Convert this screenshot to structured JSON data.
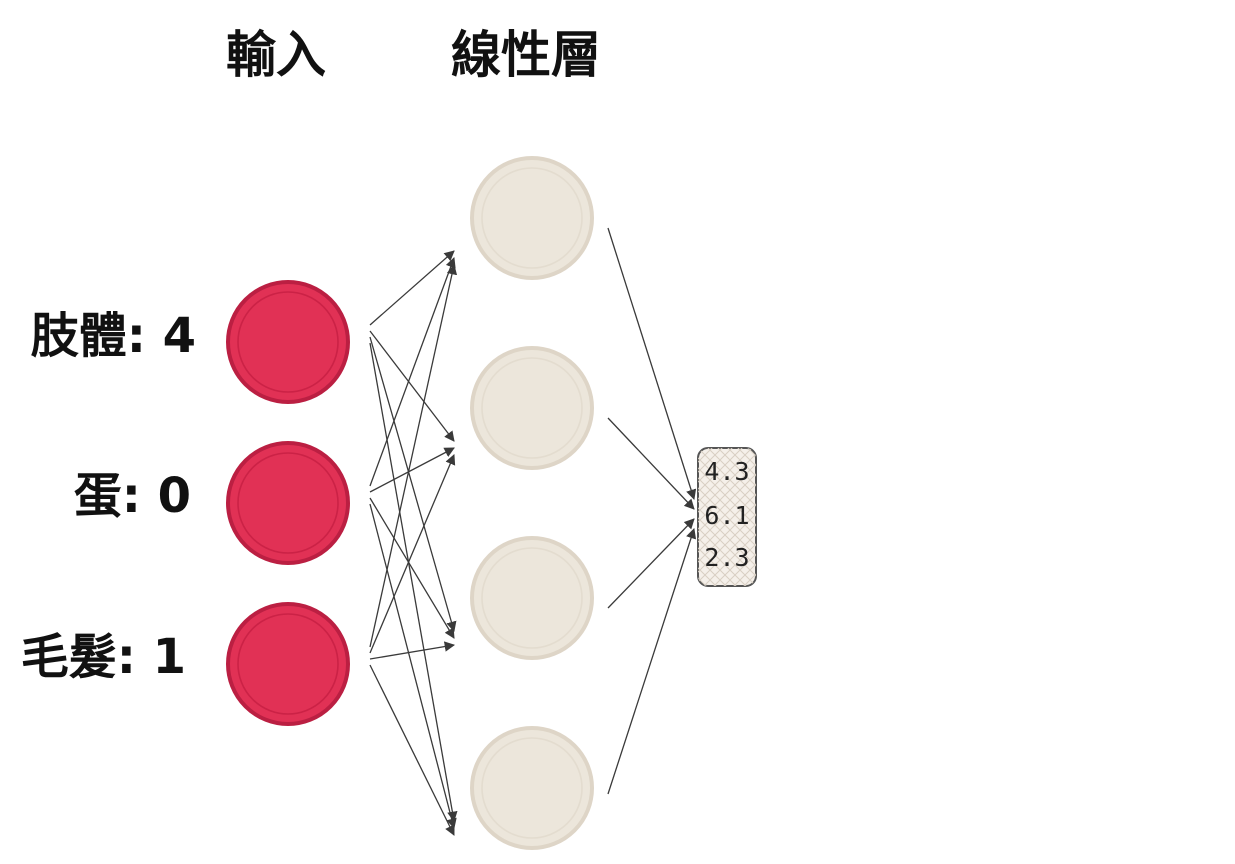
{
  "headers": {
    "input": "輸入",
    "linear": "線性層"
  },
  "inputs": [
    {
      "label": "肢體: 4"
    },
    {
      "label": "蛋: 0"
    },
    {
      "label": "毛髮: 1"
    }
  ],
  "output": {
    "values": [
      "4.3",
      "6.1",
      "2.3"
    ]
  },
  "colors": {
    "input_node": "#e0294f",
    "linear_node": "#ece6da",
    "output_box": "#f5f0ea",
    "line": "#3a3a3a"
  }
}
